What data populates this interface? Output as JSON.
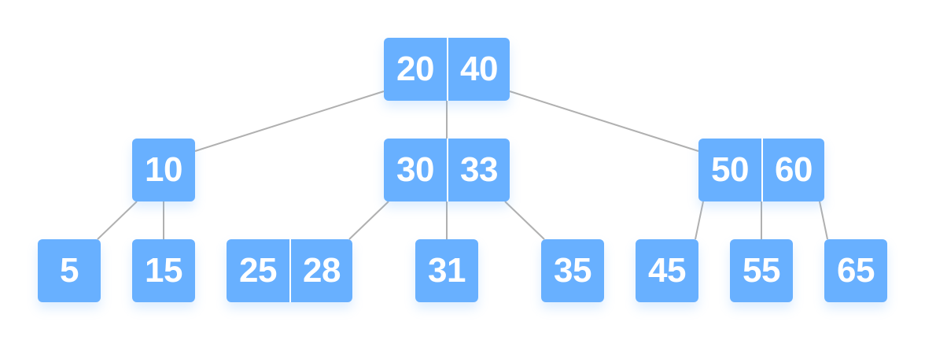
{
  "theme": {
    "node_color": "#68b0ff",
    "edge_color": "#b0b0b0",
    "text_color": "#ffffff"
  },
  "tree": {
    "nodes": [
      {
        "id": "root",
        "level": 0,
        "keys": [
          "20",
          "40"
        ]
      },
      {
        "id": "n10",
        "level": 1,
        "keys": [
          "10"
        ]
      },
      {
        "id": "n3033",
        "level": 1,
        "keys": [
          "30",
          "33"
        ]
      },
      {
        "id": "n5060",
        "level": 1,
        "keys": [
          "50",
          "60"
        ]
      },
      {
        "id": "n5",
        "level": 2,
        "keys": [
          "5"
        ]
      },
      {
        "id": "n15",
        "level": 2,
        "keys": [
          "15"
        ]
      },
      {
        "id": "n2528",
        "level": 2,
        "keys": [
          "25",
          "28"
        ]
      },
      {
        "id": "n31",
        "level": 2,
        "keys": [
          "31"
        ]
      },
      {
        "id": "n35",
        "level": 2,
        "keys": [
          "35"
        ]
      },
      {
        "id": "n45",
        "level": 2,
        "keys": [
          "45"
        ]
      },
      {
        "id": "n55",
        "level": 2,
        "keys": [
          "55"
        ]
      },
      {
        "id": "n65",
        "level": 2,
        "keys": [
          "65"
        ]
      }
    ],
    "edges": [
      [
        "root",
        "n10"
      ],
      [
        "root",
        "n3033"
      ],
      [
        "root",
        "n5060"
      ],
      [
        "n10",
        "n5"
      ],
      [
        "n10",
        "n15"
      ],
      [
        "n3033",
        "n2528"
      ],
      [
        "n3033",
        "n31"
      ],
      [
        "n3033",
        "n35"
      ],
      [
        "n5060",
        "n45"
      ],
      [
        "n5060",
        "n55"
      ],
      [
        "n5060",
        "n65"
      ]
    ]
  }
}
